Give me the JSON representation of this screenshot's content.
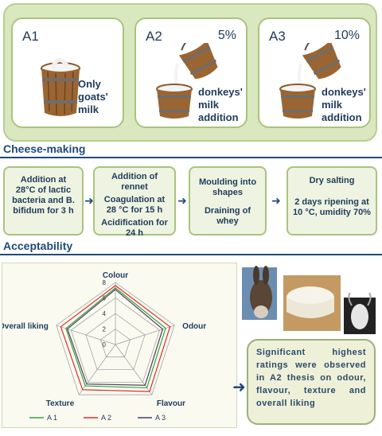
{
  "treatments": [
    {
      "code": "A1",
      "percent": "",
      "desc": [
        "Only",
        "goats'",
        "milk"
      ]
    },
    {
      "code": "A2",
      "percent": "5%",
      "desc": [
        "donkeys'",
        "milk",
        "addition"
      ]
    },
    {
      "code": "A3",
      "percent": "10%",
      "desc": [
        "donkeys'",
        "milk",
        "addition"
      ]
    }
  ],
  "sections": {
    "cheese_making": "Cheese-making",
    "acceptability": "Acceptability"
  },
  "steps": [
    {
      "lines": [
        "Addition at",
        "28°C of lactic",
        "bacteria and B.",
        "bifidum for 3 h"
      ]
    },
    {
      "lines": [
        "Addition of",
        "rennet",
        "Coagulation  at",
        "28 °C for 15 h",
        "Acidification for",
        "24 h"
      ]
    },
    {
      "lines": [
        "Moulding into",
        "shapes",
        "Draining of whey"
      ]
    },
    {
      "lines": [
        "Dry salting",
        "2 days ripening at",
        "10 °C, umidity 70%"
      ]
    }
  ],
  "chart_data": {
    "type": "radar",
    "axes": [
      "Colour",
      "Odour",
      "Flavour",
      "Texture",
      "Overall liking"
    ],
    "rlim": [
      0,
      8
    ],
    "ticks": [
      0,
      2,
      4,
      6,
      8
    ],
    "series": [
      {
        "name": "A 1",
        "color": "#3aa046",
        "values": [
          7.3,
          6.8,
          6.9,
          6.6,
          6.7
        ]
      },
      {
        "name": "A 2",
        "color": "#e02a2a",
        "values": [
          7.6,
          7.4,
          7.5,
          7.2,
          7.4
        ]
      },
      {
        "name": "A 3",
        "color": "#4a3f5e",
        "values": [
          7.1,
          6.4,
          6.5,
          6.3,
          6.5
        ]
      }
    ],
    "legend": "bottom"
  },
  "result": "Significant highest ratings were observed in A2 thesis on odour, flavour, texture and overall liking",
  "colors": {
    "panel": "#d9e8bf",
    "border": "#a9c47e",
    "navy": "#1f4a7a"
  }
}
